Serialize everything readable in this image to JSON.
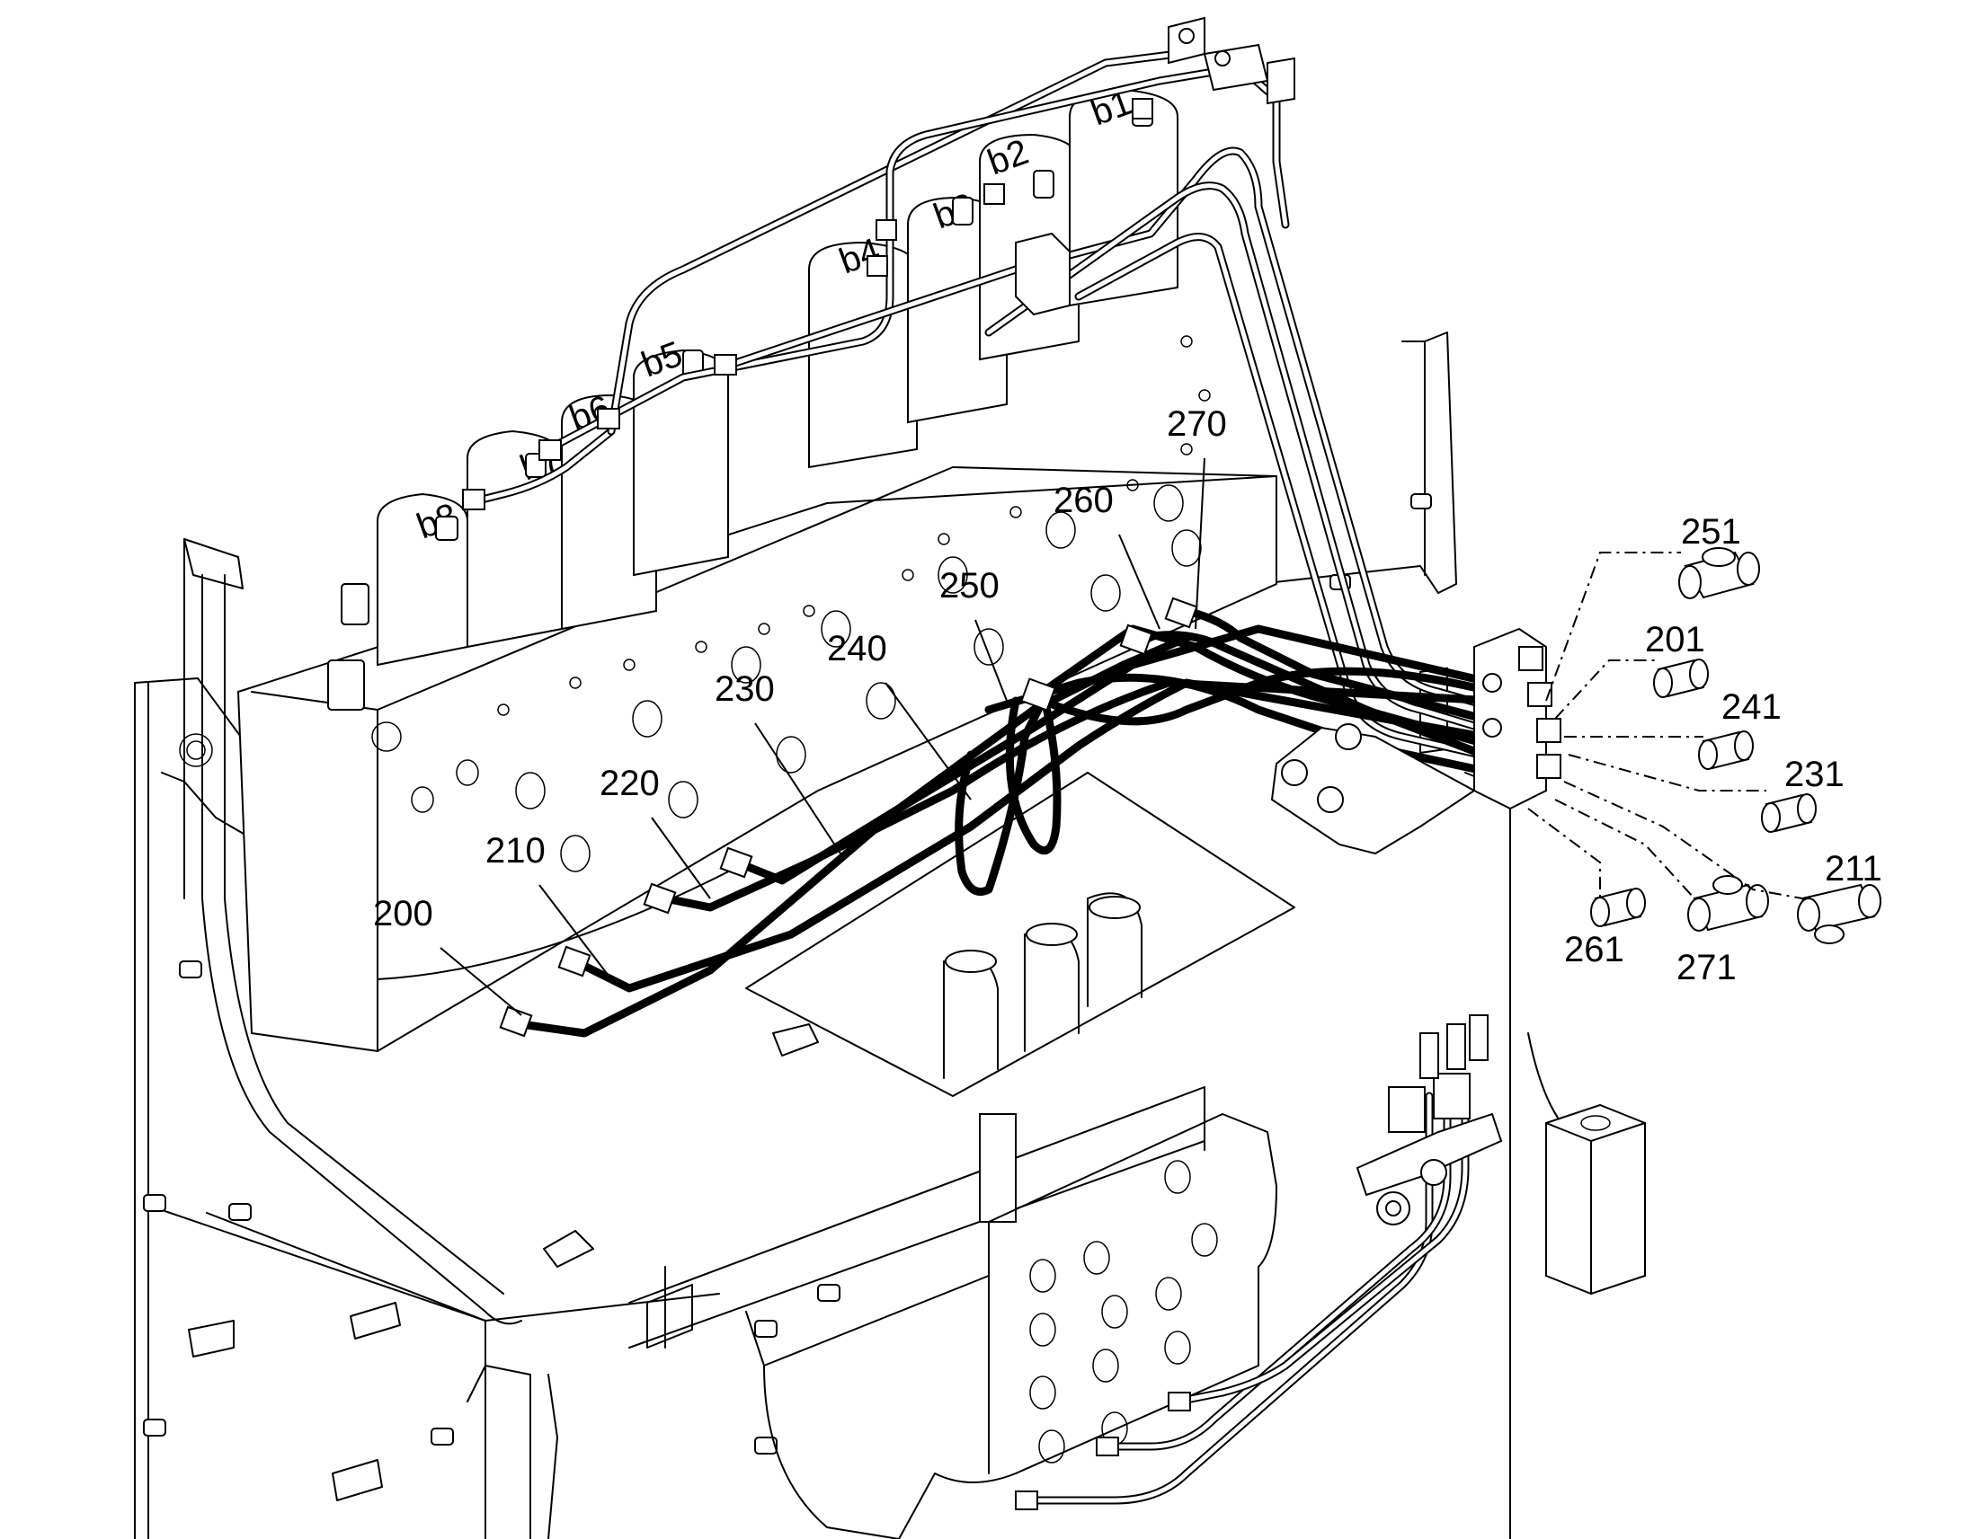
{
  "callouts": {
    "c200": "200",
    "c201": "201",
    "c210": "210",
    "c211": "211",
    "c220": "220",
    "c230": "230",
    "c231": "231",
    "c240": "240",
    "c241": "241",
    "c250": "250",
    "c251": "251",
    "c260": "260",
    "c261": "261",
    "c270": "270",
    "c271": "271"
  },
  "cylinder_marks": {
    "m1": "b1",
    "m2": "b2",
    "m3": "b3",
    "m4": "b4",
    "m5": "b5",
    "m6": "b6",
    "m7": "b7",
    "m8": "b8"
  }
}
